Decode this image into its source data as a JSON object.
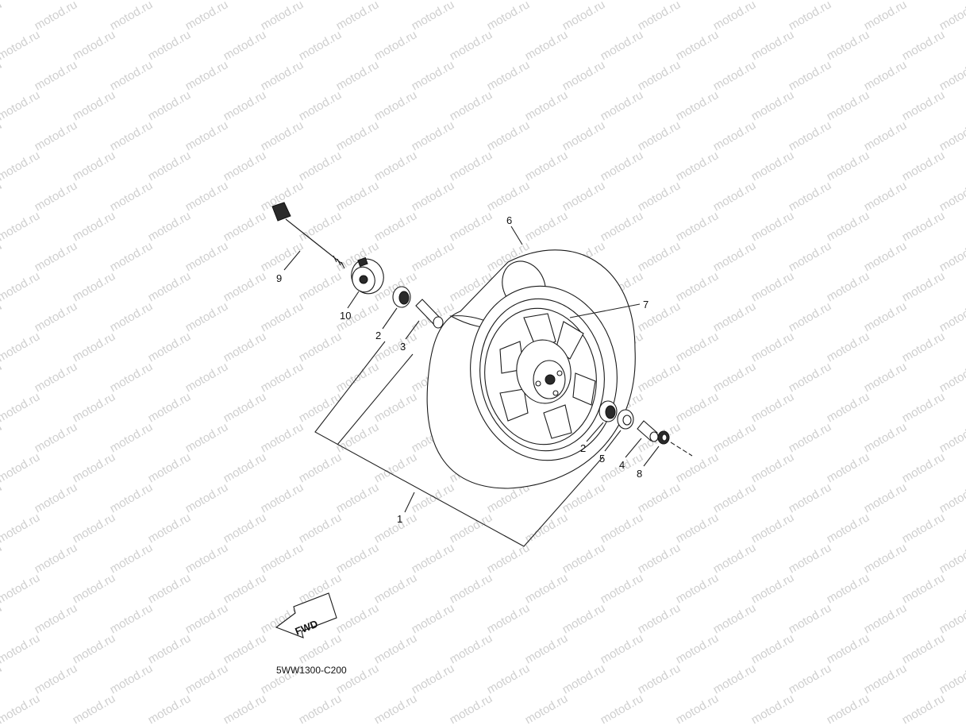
{
  "diagram_code": "5WW1300-C200",
  "watermark_text": "motod.ru",
  "direction_label": "FWD",
  "callouts": [
    {
      "number": "1",
      "part": "wheel-assembly"
    },
    {
      "number": "2",
      "part": "bearing-left"
    },
    {
      "number": "3",
      "part": "spacer-long"
    },
    {
      "number": "2",
      "part": "bearing-right"
    },
    {
      "number": "5",
      "part": "oil-seal"
    },
    {
      "number": "4",
      "part": "collar"
    },
    {
      "number": "8",
      "part": "nut"
    },
    {
      "number": "6",
      "part": "tire"
    },
    {
      "number": "7",
      "part": "valve"
    },
    {
      "number": "9",
      "part": "axle-bolt"
    },
    {
      "number": "10",
      "part": "gear-unit"
    }
  ],
  "colors": {
    "line": "#222222",
    "watermark": "#cfcfcf",
    "background": "#ffffff"
  }
}
